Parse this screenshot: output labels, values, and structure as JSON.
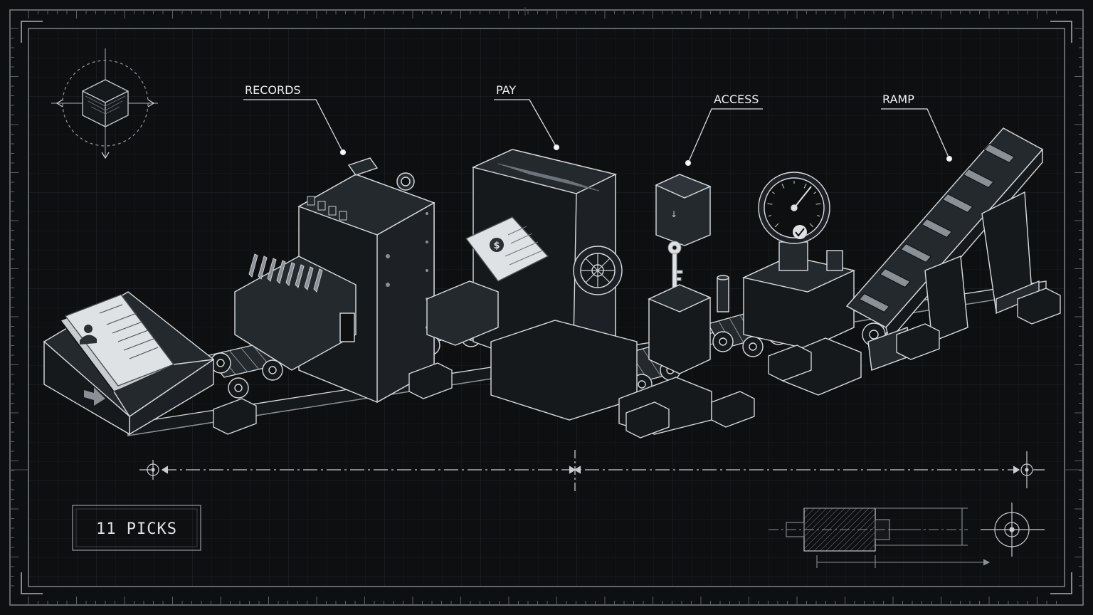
{
  "labels": {
    "records": "RECORDS",
    "pay": "PAY",
    "access": "ACCESS",
    "ramp": "RAMP"
  },
  "badge": {
    "text": "11 PICKS"
  },
  "colors": {
    "background": "#0d0f11",
    "line": "#d8dcdf",
    "line_dim": "#8a9096",
    "grid": "#1b1f23",
    "grid_major": "#23282d",
    "fill_dark": "#16191c",
    "fill_mid": "#24292e",
    "fill_light": "#c9cdd0"
  },
  "icons": {
    "cube": "isometric-cube-icon",
    "dollar": "dollar-icon",
    "person": "person-icon",
    "arrow": "arrow-right-icon",
    "key": "key-icon",
    "check": "checkmark-icon",
    "crosshair": "crosshair-icon"
  }
}
